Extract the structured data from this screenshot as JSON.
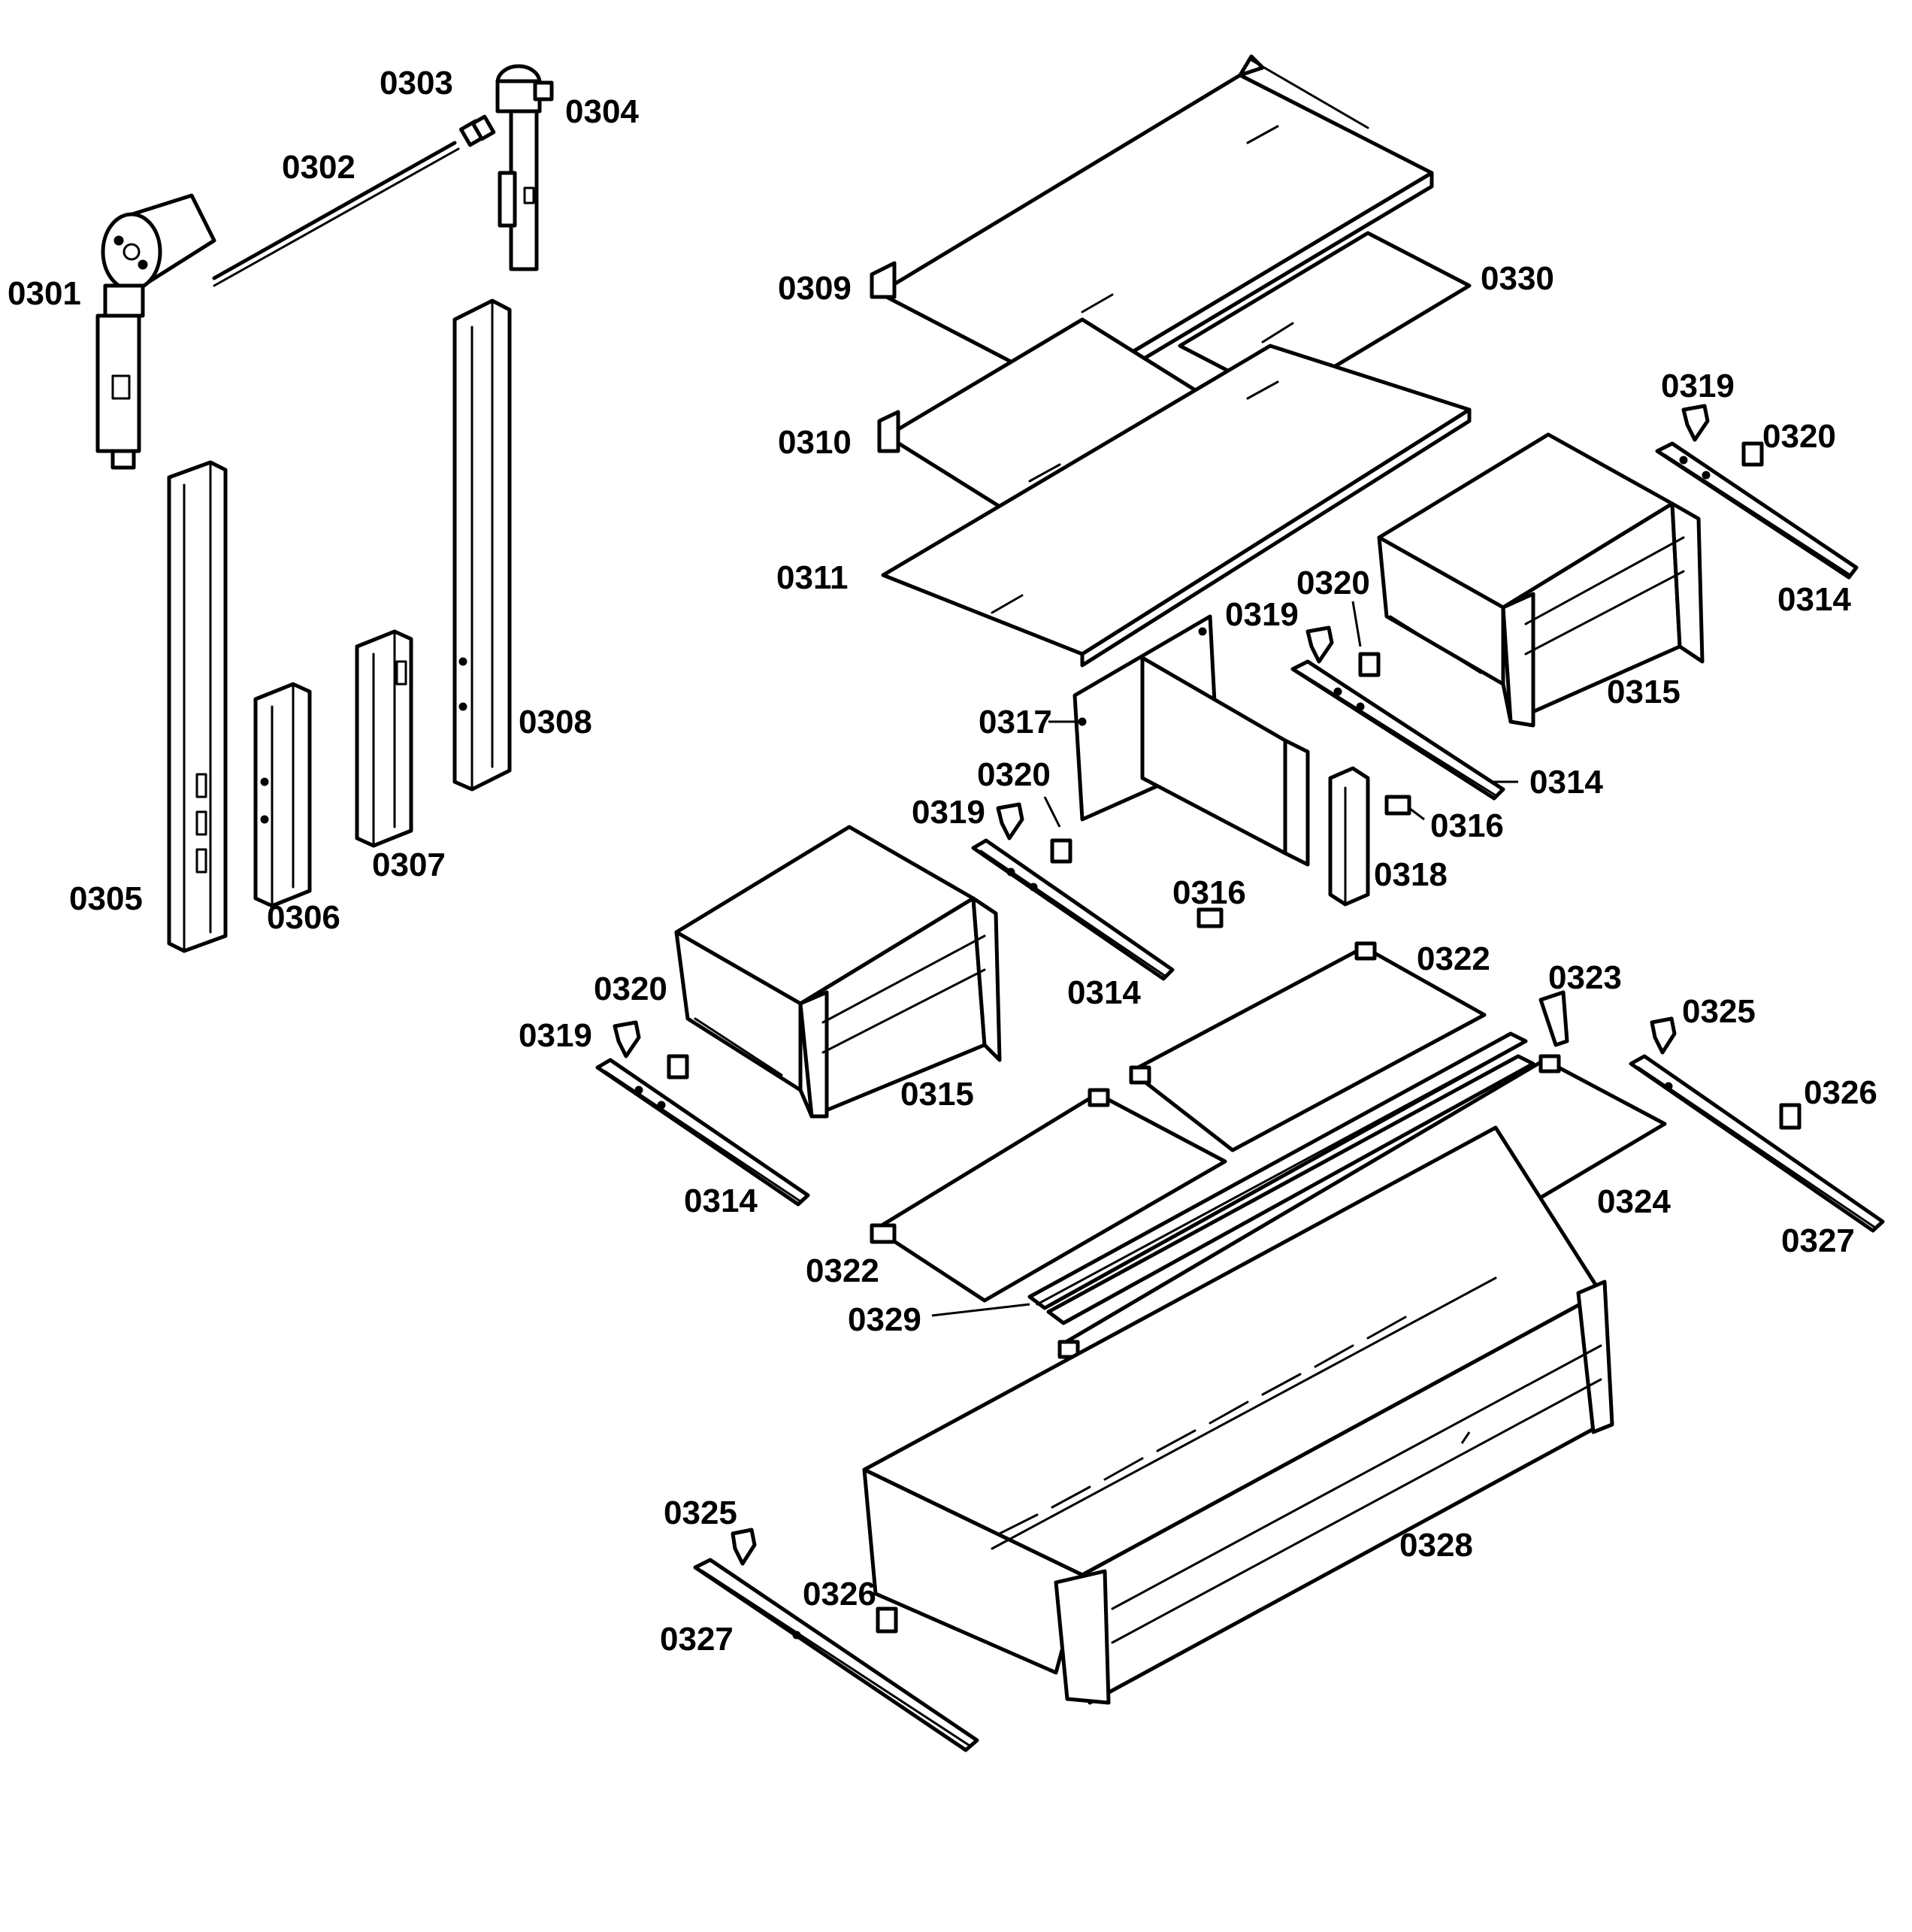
{
  "labels": {
    "p0301": "0301",
    "p0302": "0302",
    "p0303": "0303",
    "p0304": "0304",
    "p0305": "0305",
    "p0306": "0306",
    "p0307": "0307",
    "p0308": "0308",
    "p0309": "0309",
    "p0310": "0310",
    "p0311": "0311",
    "p0314": "0314",
    "p0315": "0315",
    "p0316": "0316",
    "p0317": "0317",
    "p0318": "0318",
    "p0319": "0319",
    "p0320": "0320",
    "p0322": "0322",
    "p0323": "0323",
    "p0324": "0324",
    "p0325": "0325",
    "p0326": "0326",
    "p0327": "0327",
    "p0328": "0328",
    "p0329": "0329",
    "p0330": "0330"
  },
  "colors": {
    "line": "#000000",
    "background": "#ffffff"
  }
}
